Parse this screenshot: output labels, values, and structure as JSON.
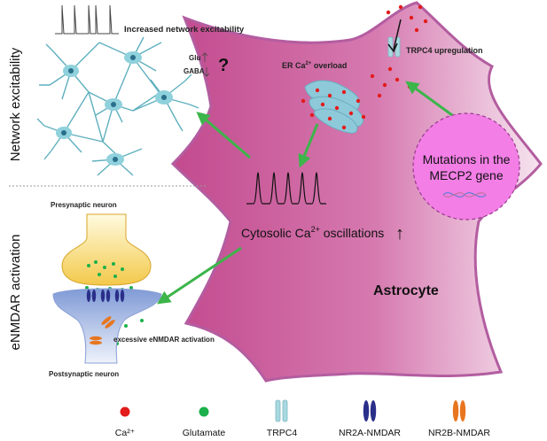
{
  "side_labels": {
    "network": "Network excitability",
    "enmdar": "eNMDAR activation"
  },
  "top": {
    "increased": "Increased network excitability",
    "glu": "Glu",
    "gaba": "GABA",
    "question": "?"
  },
  "er_label": "ER Ca",
  "er_sup": "2+",
  "er_tail": " overload",
  "trpc4_label": "TRPC4 upregulation",
  "mecp2": {
    "line1": "Mutations in the",
    "line2": "MECP2 gene"
  },
  "oscillation": {
    "label": "Cytosolic Ca",
    "sup": "2+",
    "tail": " oscillations",
    "arrow": "↑"
  },
  "astrocyte": "Astrocyte",
  "synapse": {
    "pre": "Presynaptic neuron",
    "post": "Postsynaptic neuron",
    "excessive": "excessive eNMDAR activation"
  },
  "legend": [
    {
      "key": "ca",
      "label": "Ca²⁺"
    },
    {
      "key": "glu",
      "label": "Glutamate"
    },
    {
      "key": "trpc4",
      "label": "TRPC4"
    },
    {
      "key": "nr2a",
      "label": "NR2A-NMDAR"
    },
    {
      "key": "nr2b",
      "label": "NR2B-NMDAR"
    }
  ],
  "colors": {
    "ca": "#e31b1b",
    "glutamate": "#1bb04a",
    "trpc4": "#a8d8e0",
    "nr2a": "#2a2f8a",
    "nr2b": "#e8761f",
    "astro_dark": "#c0468c",
    "astro_light": "#f4d9ea",
    "mecp2": "#f27ee6",
    "arrow": "#3cb54a"
  }
}
